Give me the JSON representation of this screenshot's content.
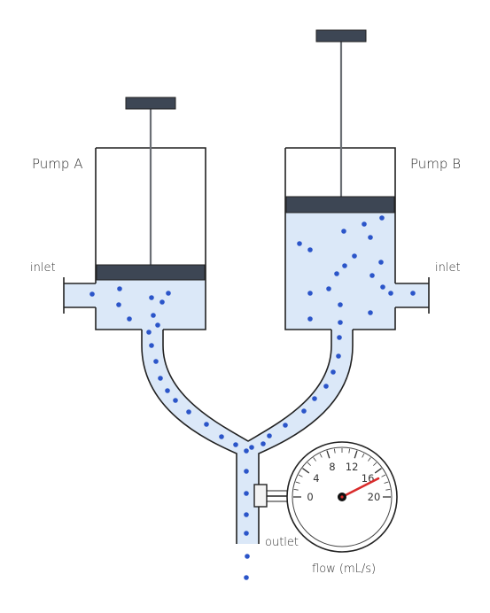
{
  "labels": {
    "pump_a": "Pump A",
    "pump_b": "Pump B",
    "inlet_left": "inlet",
    "inlet_right": "inlet",
    "outlet": "outlet",
    "gauge_caption": "flow (mL/s)"
  },
  "gauge": {
    "min": 0,
    "max": 20,
    "ticks": [
      "0",
      "4",
      "8",
      "12",
      "16",
      "20"
    ],
    "needle_value": 17
  },
  "colors": {
    "fluid": "#dbe8f8",
    "particle": "#2b55c9",
    "outline": "#222222",
    "plunger": "#3d4654",
    "needle": "#d92b2b"
  }
}
